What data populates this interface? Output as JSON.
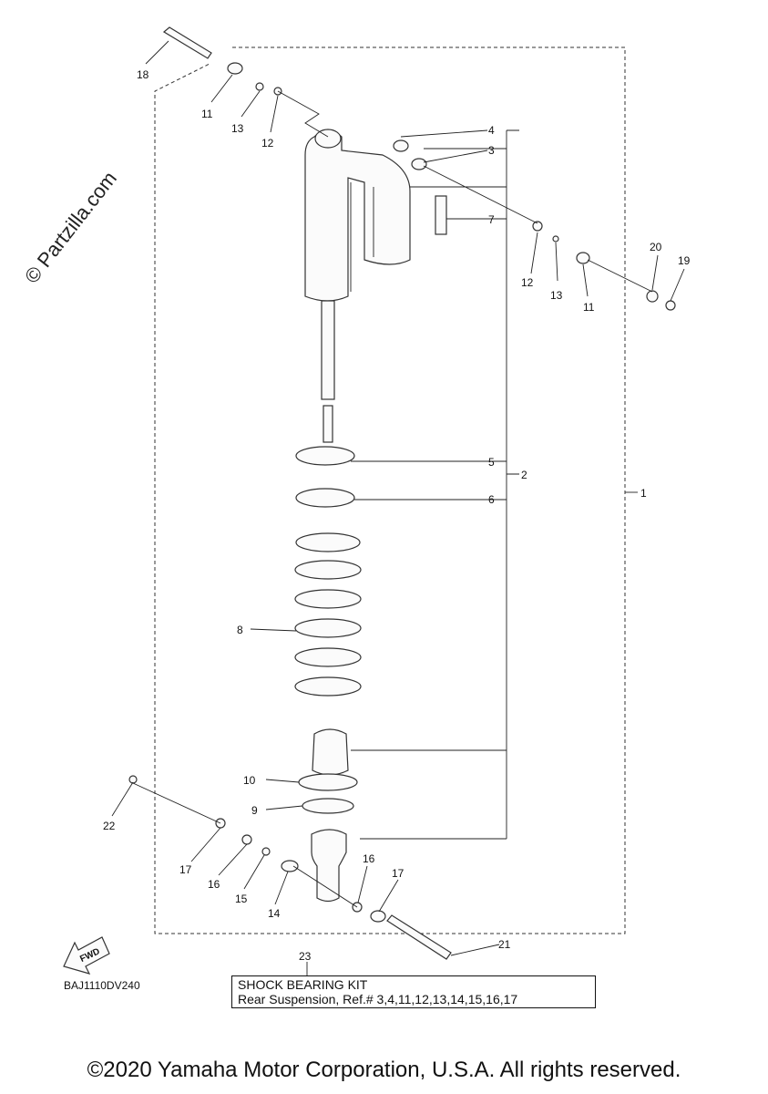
{
  "watermark": "© Partzilla.com",
  "callouts": {
    "c1": "1",
    "c2": "2",
    "c3": "3",
    "c4": "4",
    "c5": "5",
    "c6": "6",
    "c7": "7",
    "c8": "8",
    "c9": "9",
    "c10": "10",
    "c11a": "11",
    "c11b": "11",
    "c12a": "12",
    "c12b": "12",
    "c13a": "13",
    "c13b": "13",
    "c14": "14",
    "c15": "15",
    "c16a": "16",
    "c16b": "16",
    "c17a": "17",
    "c17b": "17",
    "c18": "18",
    "c19": "19",
    "c20": "20",
    "c21": "21",
    "c22": "22",
    "c23": "23"
  },
  "fwd_label": "FWD",
  "ref_code": "BAJ1110DV240",
  "kit": {
    "title": "SHOCK BEARING KIT",
    "description": "Rear Suspension, Ref.# 3,4,11,12,13,14,15,16,17"
  },
  "copyright": "©2020 Yamaha Motor Corporation, U.S.A. All rights reserved."
}
